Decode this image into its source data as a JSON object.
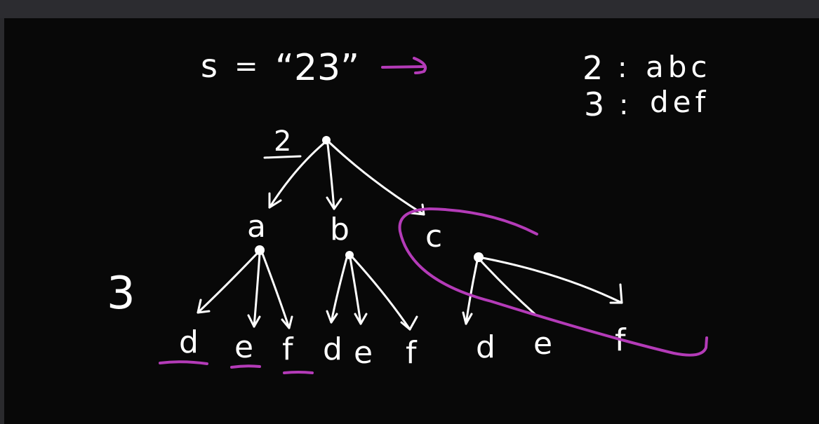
{
  "colors": {
    "background": "#080808",
    "ink": "#ffffff",
    "accent": "#b43bb8",
    "chrome": "#2c2c30"
  },
  "equation": {
    "lhs": "s",
    "equals": "=",
    "value": "“23”"
  },
  "mapping": [
    {
      "key": "2",
      "sep": ":",
      "letters": "abc"
    },
    {
      "key": "3",
      "sep": ":",
      "letters": "def"
    }
  ],
  "tree": {
    "root_label": "2",
    "level_label": "3",
    "level1": [
      "a",
      "b",
      "c"
    ],
    "level2": {
      "a": [
        "d",
        "e",
        "f"
      ],
      "b": [
        "d",
        "e",
        "f"
      ],
      "c": [
        "d",
        "e",
        "f"
      ]
    }
  }
}
